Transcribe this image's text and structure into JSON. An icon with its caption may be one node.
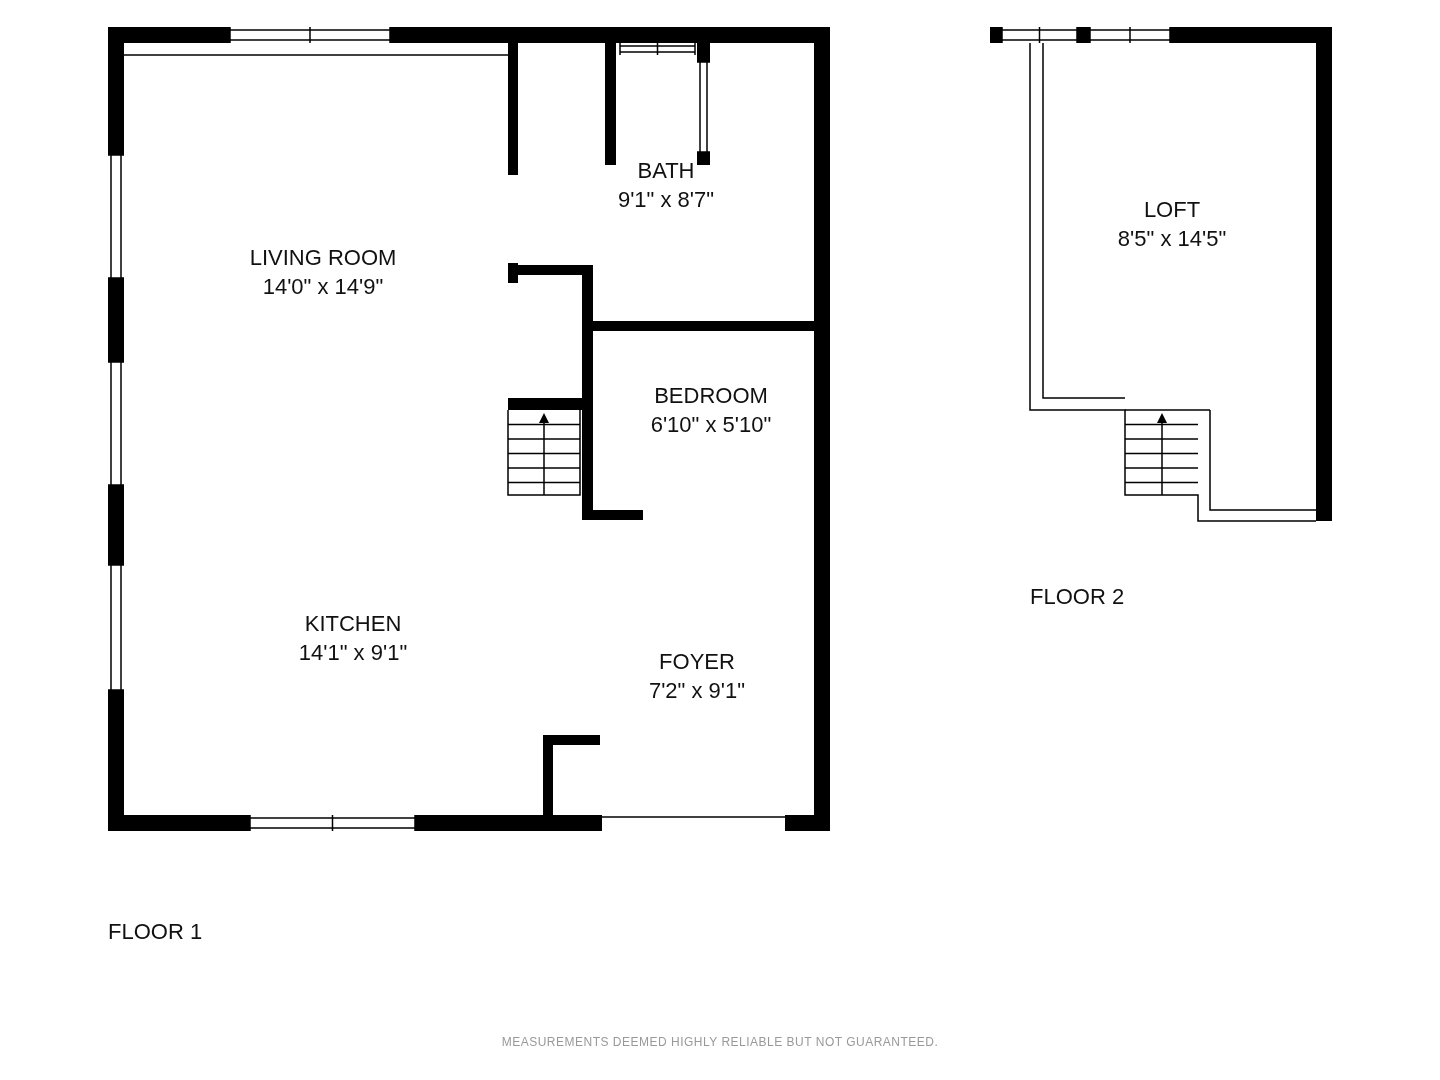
{
  "diagram": {
    "nodes": [
      {
        "text": [
          "FLOOR 1"
        ]
      },
      {
        "text": [
          "BATH",
          "9'1\" x 8'7\""
        ],
        "in": 0
      },
      {
        "text": [
          "LIVING ROOM",
          "14'0\" x 14'9\""
        ],
        "in": 0
      },
      {
        "text": [
          "BEDROOM",
          "6'10\" x 5'10\""
        ],
        "in": 0
      },
      {
        "text": [
          "KITCHEN",
          "14'1\" x 9'1\""
        ],
        "in": 0
      },
      {
        "text": [
          "FOYER",
          "7'2\" x 9'1\""
        ],
        "in": 0
      },
      {
        "text": [
          "FLOOR 2"
        ]
      },
      {
        "text": [
          "LOFT",
          "8'5\" x 14'5\""
        ],
        "in": 6
      }
    ],
    "labels": [
      "MEASUREMENTS DEEMED HIGHLY RELIABLE BUT NOT GUARANTEED."
    ]
  }
}
